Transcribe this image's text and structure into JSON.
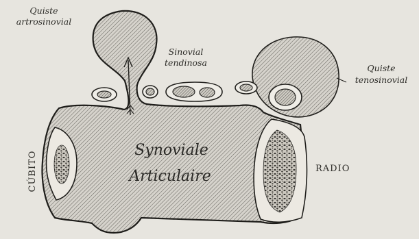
{
  "labels": {
    "quiste_artrosinovial_line1": "Quiste",
    "quiste_artrosinovial_line2": "artrosinovial",
    "sinovial_tendinosa_line1": "Sinovial",
    "sinovial_tendinosa_line2": "tendinosa",
    "quiste_tenosinovial_line1": "Quiste",
    "quiste_tenosinovial_line2": "tenosinovial",
    "synoviale": "Synoviale",
    "articulaire": "Articulaire",
    "cubito": "CÚBITO",
    "radio": "RADIO"
  },
  "colors": {
    "paper": "#e7e5df",
    "ink": "#1f1e1b"
  }
}
